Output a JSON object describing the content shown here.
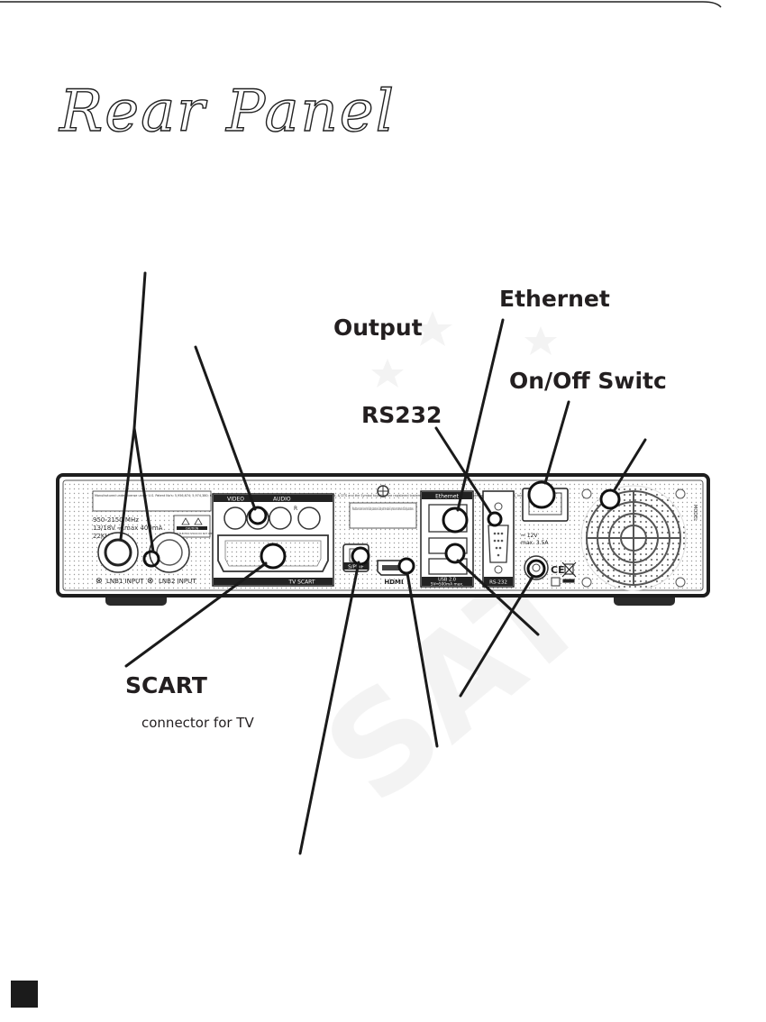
{
  "page": {
    "title": "Rear Panel"
  },
  "labels": {
    "ethernet": "Ethernet",
    "output": "Output",
    "on_off": "On/Off Switc",
    "rs232": "RS232",
    "scart": "SCART",
    "scart_sub": "connector for TV"
  },
  "panel_text": {
    "video": "VIDEO",
    "audio": "AUDIO",
    "r": "R",
    "tv_scart": "TV SCART",
    "ethernet_small": "Ethernet",
    "usb": "USB 2.0",
    "usb_spec": "5V⎓500mA max.",
    "rs232_small": "RS-232",
    "spdif": "S/PDIF",
    "hdmi": "HDMI",
    "lnb1": "LNB1 INPUT",
    "lnb2": "LNB2 INPUT",
    "freq": "950-2150 MHz",
    "lnb_power": "13/18V ⎓ max 400mA",
    "khz": "22KHz",
    "power_spec_1": "⎓ 12V",
    "power_spec_2": "max. 3.5A",
    "ce": "CE",
    "dolby": "Manufactured under license from Dolby Laboratories. Dolby and the double-D symbol are trademarks of Dolby Laboratories.",
    "patent": "Manufactured under license under U.S. Patent No's: 5,956,674; 5,974,380; 6,487,535 & other U.S. and worldwide patents issued & pending. DTS, the Symbol, & DTS and the Symbol together are registered trademarks & DTS 2.0+Digital Out is a trademark of DTS, Inc. © DTS, Inc. All Rights Reserved.",
    "caution": "CAUTION",
    "caution_sub": "RISK OF ELECTRIC SHOCK DO NOT OPEN",
    "model": "MODEL"
  }
}
